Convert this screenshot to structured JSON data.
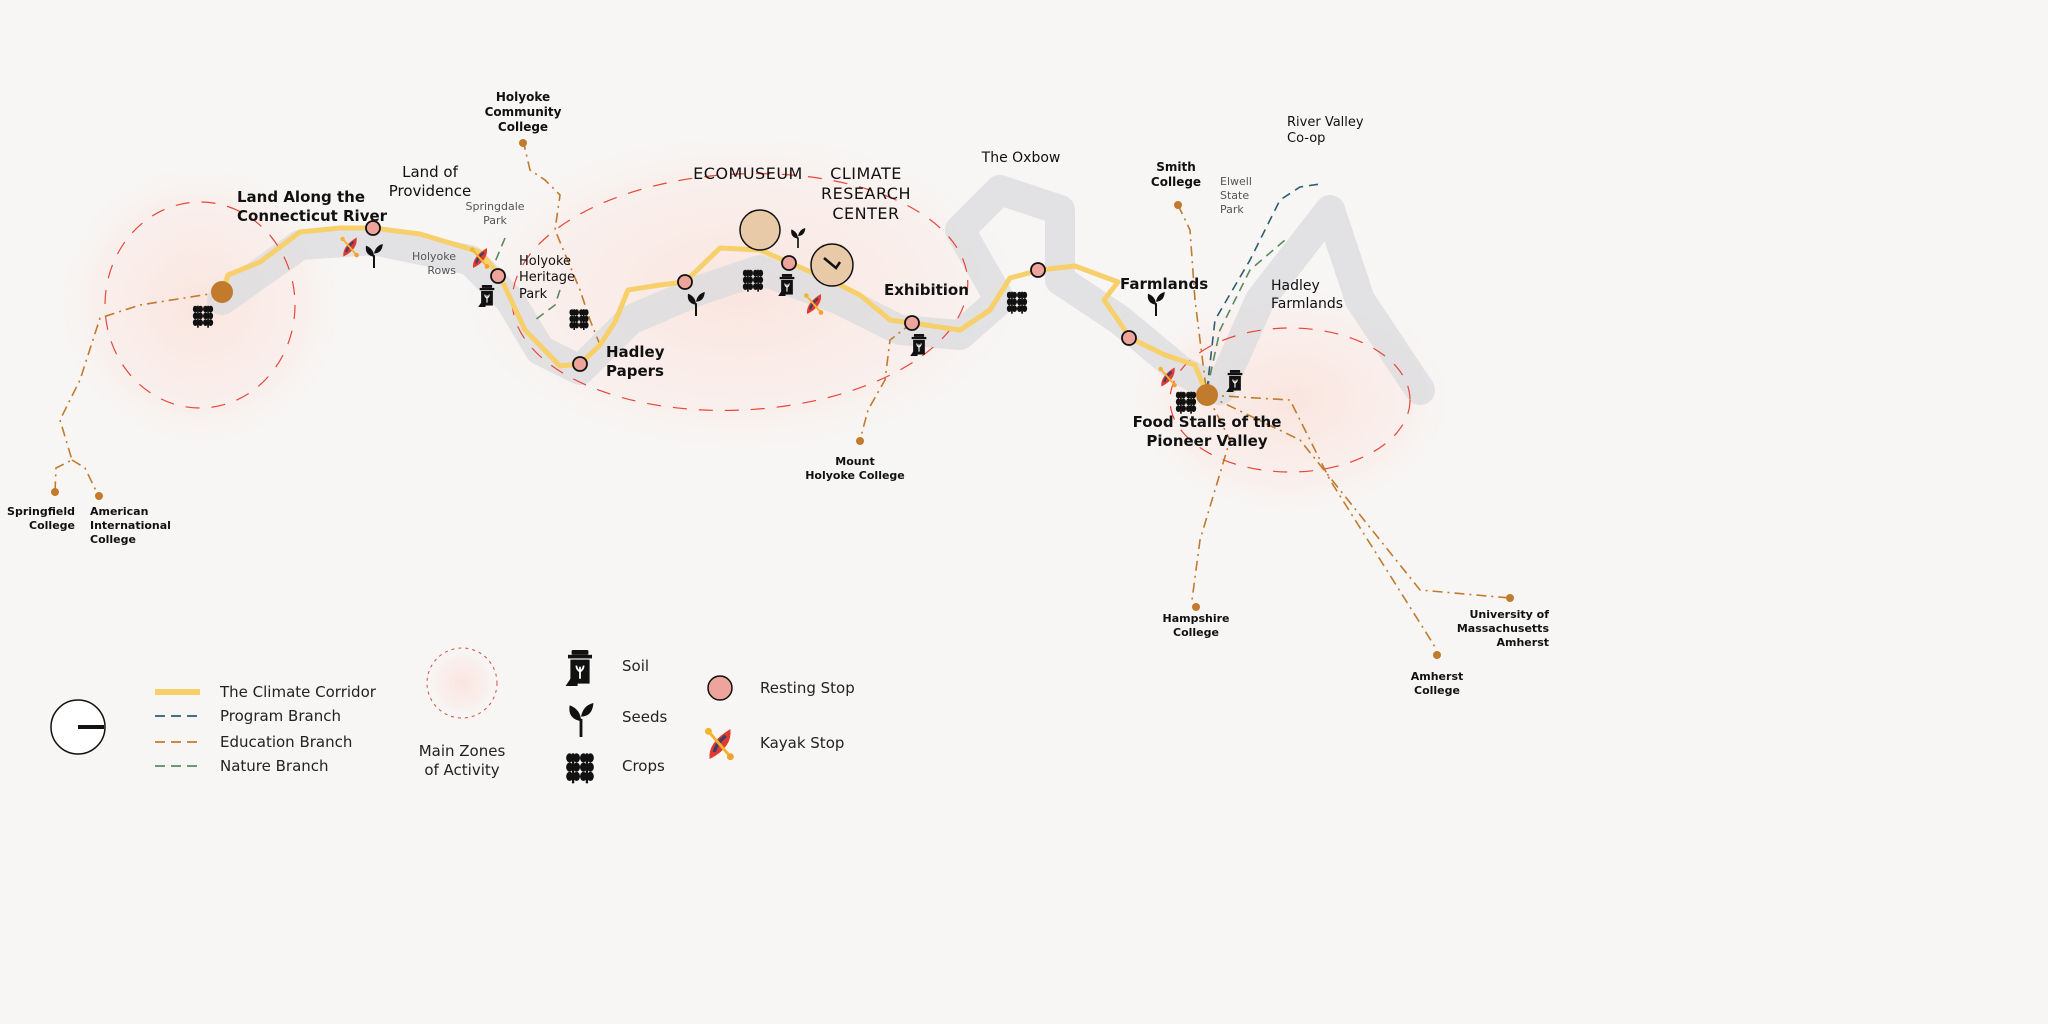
{
  "places": {
    "land_along": "Land Along the\nConnecticut River",
    "land_providence": "Land of\nProvidence",
    "holyoke_cc": "Holyoke\nCommunity\nCollege",
    "springdale": "Springdale\nPark",
    "holyoke_rows": "Holyoke\nRows",
    "holyoke_heritage": "Holyoke\nHeritage\nPark",
    "ecomuseum": "ECOMUSEUM",
    "climate_center": "CLIMATE\nRESEARCH\nCENTER",
    "hadley_papers": "Hadley\nPapers",
    "exhibition": "Exhibition",
    "oxbow": "The Oxbow",
    "smith": "Smith\nCollege",
    "elwell": "Elwell\nState\nPark",
    "river_valley": "River Valley\nCo-op",
    "farmlands": "Farmlands",
    "hadley_farmlands": "Hadley\nFarmlands",
    "food_stalls": "Food Stalls of the\nPioneer Valley",
    "mount_holyoke": "Mount\nHolyoke College",
    "springfield": "Springfield\nCollege",
    "aic": "American\nInternational\nCollege",
    "hampshire": "Hampshire\nCollege",
    "umass": "University of\nMassachusetts\nAmherst",
    "amherst": "Amherst\nCollege"
  },
  "legend": {
    "corridor": "The Climate Corridor",
    "program": "Program Branch",
    "education": "Education Branch",
    "nature": "Nature Branch",
    "zones": "Main Zones\nof Activity",
    "soil": "Soil",
    "seeds": "Seeds",
    "crops": "Crops",
    "resting": "Resting Stop",
    "kayak": "Kayak Stop"
  },
  "colors": {
    "corridor": "#f7d06b",
    "program": "#2f5d6e",
    "education": "#c27a2c",
    "nature": "#5a8a5e",
    "zone": "#e8463a",
    "resting": "#eea49a",
    "hub": "#c27a2c"
  }
}
